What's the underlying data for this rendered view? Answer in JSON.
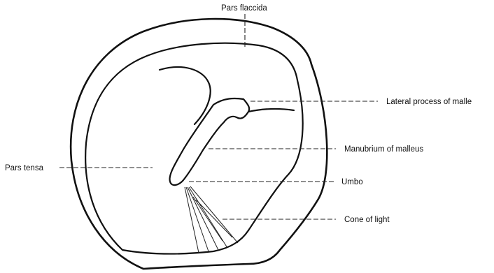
{
  "labels": {
    "pars_flaccida": "Pars flaccida",
    "lateral_process": "Lateral process of malle",
    "manubrium": "Manubrium of malleus",
    "pars_tensa": "Pars tensa",
    "umbo": "Umbo",
    "cone_of_light": "Cone of light"
  }
}
